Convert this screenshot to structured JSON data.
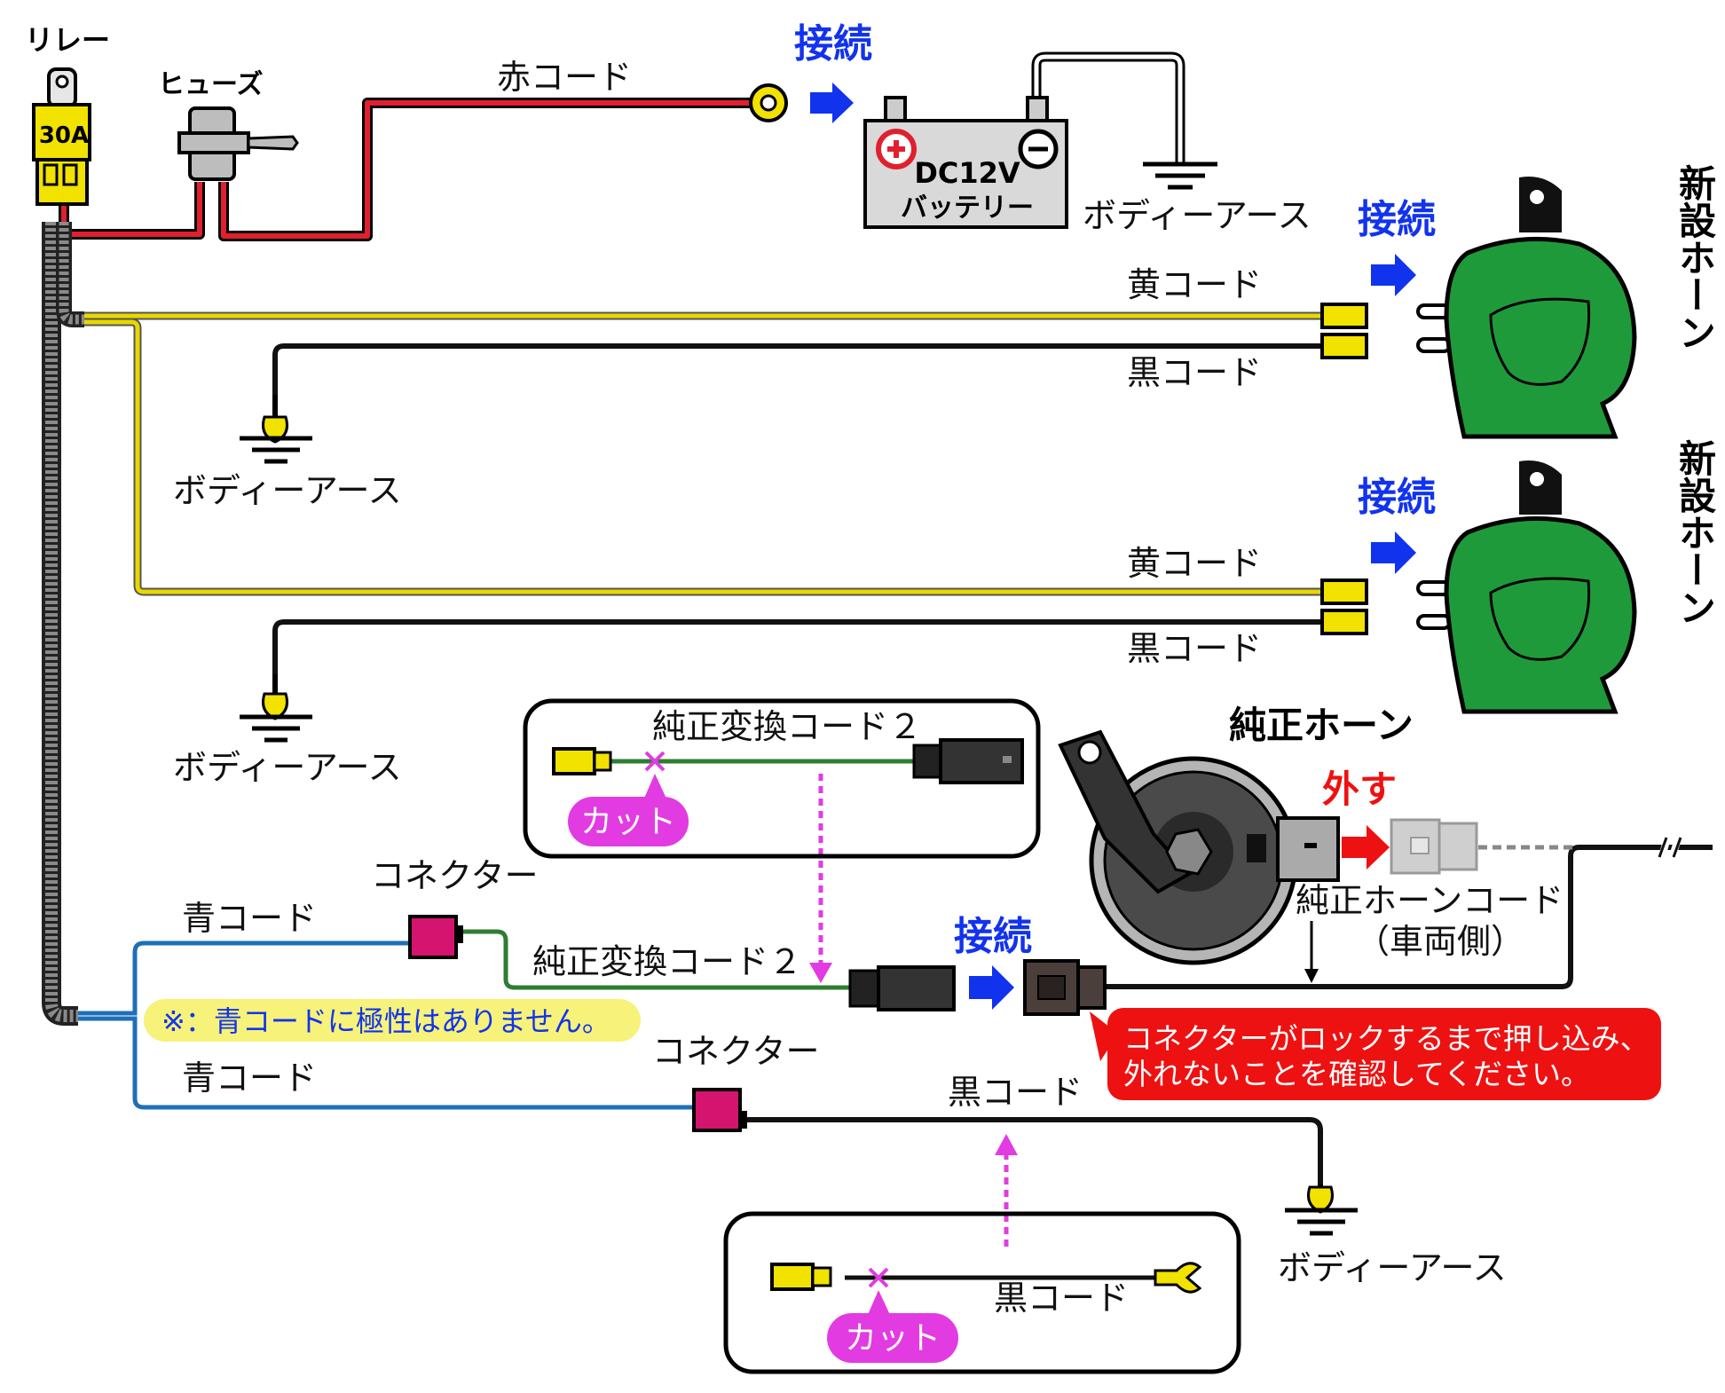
{
  "labels": {
    "relay": "リレー",
    "relay_rating": "30A",
    "fuse": "ヒューズ",
    "red_cord": "赤コード",
    "connect": "接続",
    "battery_voltage": "DC12V",
    "battery_name": "バッテリー",
    "body_earth": "ボディーアース",
    "yellow_cord": "黄コード",
    "black_cord": "黒コード",
    "new_horn": "新設ホーン",
    "oem_horn": "純正ホーン",
    "remove": "外す",
    "oem_horn_cord": "純正ホーンコード",
    "vehicle_side": "（車両側）",
    "conversion_cord_2": "純正変換コード２",
    "cut": "カット",
    "connector": "コネクター",
    "blue_cord": "青コード",
    "polarity_note": "※：青コードに極性はありません。",
    "lock_note_line1": "コネクターがロックするまで押し込み、",
    "lock_note_line2": "外れないことを確認してください。"
  },
  "colors": {
    "red_wire": "#e0202e",
    "yellow_wire": "#e8d800",
    "black_wire": "#111111",
    "blue_wire": "#1e6fb8",
    "green_wire": "#2e7d32",
    "horn_green": "#1f9a3a",
    "arrow_blue": "#1133ee",
    "connect_text": "#1133ee",
    "remove_red": "#ee1111",
    "cut_magenta": "#e23be2",
    "connector_pink": "#d4146e",
    "note_yellow": "#f7f27a",
    "note_red": "#ee1111"
  }
}
